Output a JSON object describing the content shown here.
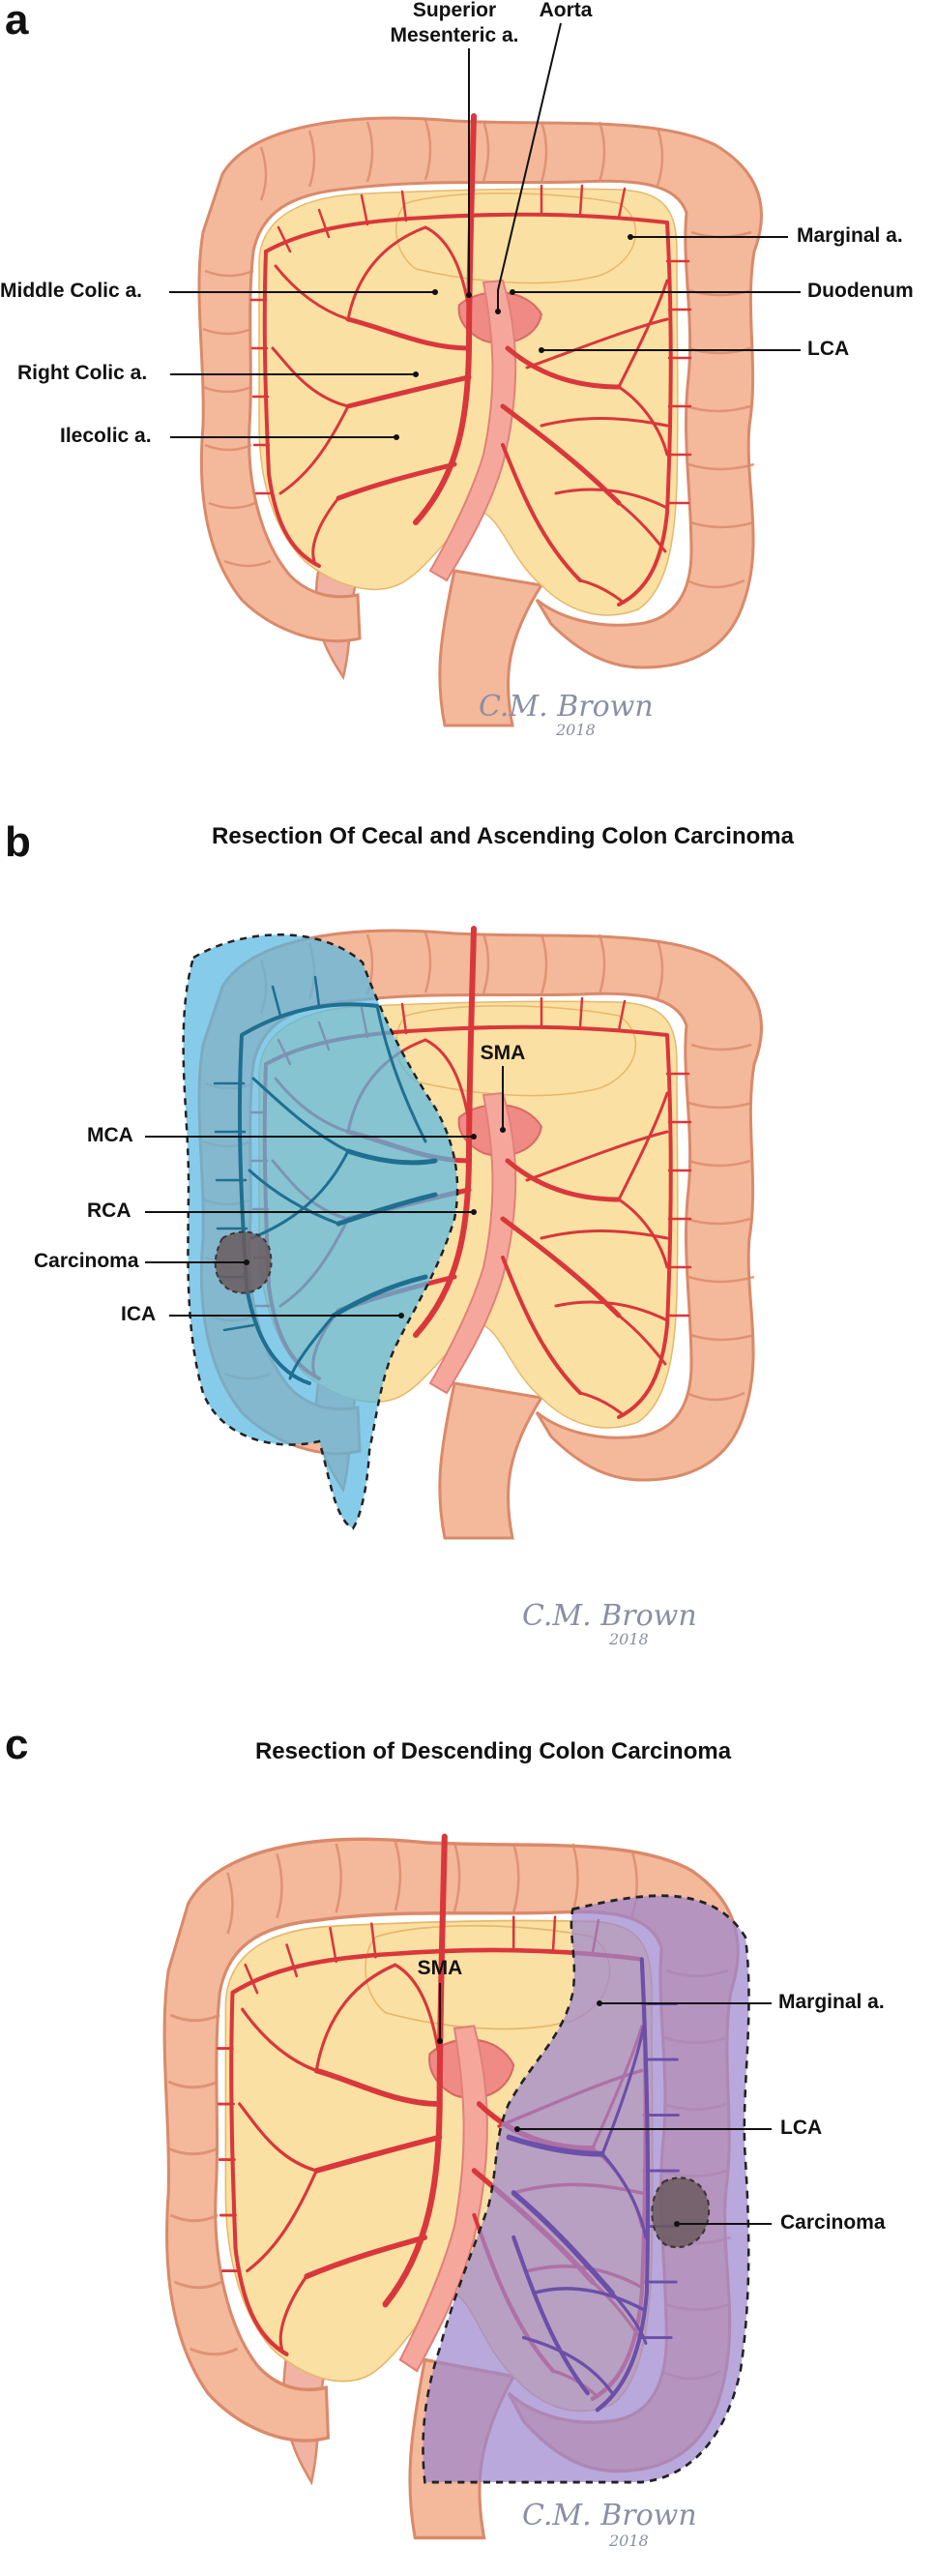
{
  "panels": [
    {
      "letter": "a",
      "title": "",
      "labels": {
        "superior_mesenteric_line1": "Superior",
        "superior_mesenteric_line2": "Mesenteric a.",
        "aorta": "Aorta",
        "marginal": "Marginal a.",
        "middle_colic": "Middle Colic a.",
        "duodenum": "Duodenum",
        "right_colic": "Right Colic a.",
        "lca": "LCA",
        "ileocolic": "Ilecolic a."
      }
    },
    {
      "letter": "b",
      "title": "Resection Of Cecal and Ascending Colon Carcinoma",
      "labels": {
        "sma": "SMA",
        "mca": "MCA",
        "rca": "RCA",
        "carcinoma": "Carcinoma",
        "ica": "ICA"
      }
    },
    {
      "letter": "c",
      "title": "Resection of Descending Colon Carcinoma",
      "labels": {
        "sma": "SMA",
        "marginal": "Marginal a.",
        "lca": "LCA",
        "carcinoma": "Carcinoma"
      }
    }
  ],
  "signature": {
    "name": "C.M. Brown",
    "year": "2018"
  },
  "colors": {
    "colon": "#f4b89b",
    "mesentery": "#fbe0a3",
    "artery": "#d9373b",
    "resection_right": "#57b9e2",
    "resection_left": "#9d86cf"
  }
}
